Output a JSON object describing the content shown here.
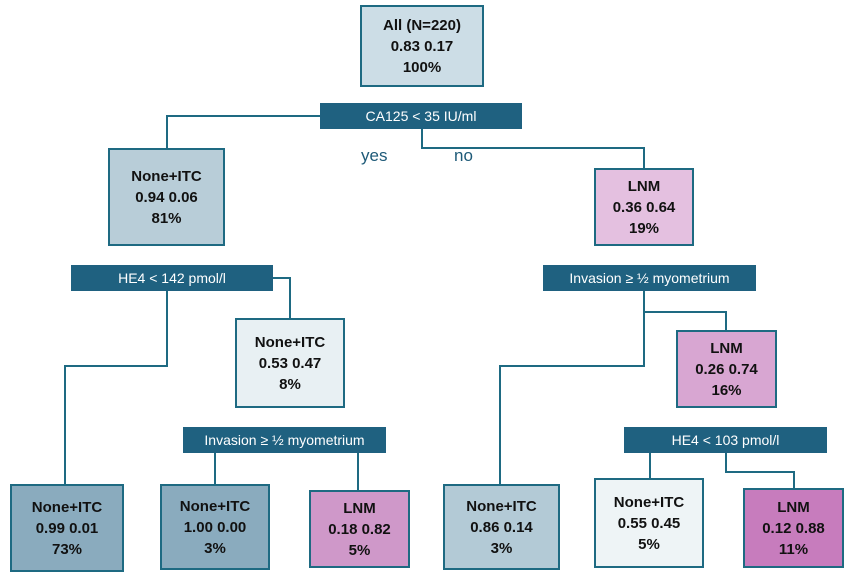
{
  "root": {
    "title": "All (N=220)",
    "probs": "0.83  0.17",
    "pct": "100%"
  },
  "root_split": "CA125 < 35 IU/ml",
  "branch_yes": "yes",
  "branch_no": "no",
  "left": {
    "title": "None+ITC",
    "probs": "0.94  0.06",
    "pct": "81%"
  },
  "left_split": "HE4 < 142 pmol/l",
  "left_right": {
    "title": "None+ITC",
    "probs": "0.53  0.47",
    "pct": "8%"
  },
  "left_right_split": "Invasion ≥ ½ myometrium",
  "right": {
    "title": "LNM",
    "probs": "0.36  0.64",
    "pct": "19%"
  },
  "right_split": "Invasion ≥ ½ myometrium",
  "right_right": {
    "title": "LNM",
    "probs": "0.26  0.74",
    "pct": "16%"
  },
  "right_right_split": "HE4 < 103 pmol/l",
  "leaves": [
    {
      "title": "None+ITC",
      "probs": "0.99  0.01",
      "pct": "73%"
    },
    {
      "title": "None+ITC",
      "probs": "1.00  0.00",
      "pct": "3%"
    },
    {
      "title": "LNM",
      "probs": "0.18  0.82",
      "pct": "5%"
    },
    {
      "title": "None+ITC",
      "probs": "0.86  0.14",
      "pct": "3%"
    },
    {
      "title": "None+ITC",
      "probs": "0.55  0.45",
      "pct": "5%"
    },
    {
      "title": "LNM",
      "probs": "0.12  0.88",
      "pct": "11%"
    }
  ],
  "colors": {
    "edge": "#1e6a82",
    "split_bg": "#1f6180",
    "root_fill": "#ccdde6",
    "left_fill": "#b8cdd8",
    "left_right_fill": "#e8f0f3",
    "right_fill": "#e4c0e0",
    "right_right_fill": "#d8a6d2",
    "leaf_fills": [
      "#8aabbe",
      "#8aabbe",
      "#cf98c9",
      "#b3cad6",
      "#eef4f6",
      "#c77cbd"
    ]
  }
}
